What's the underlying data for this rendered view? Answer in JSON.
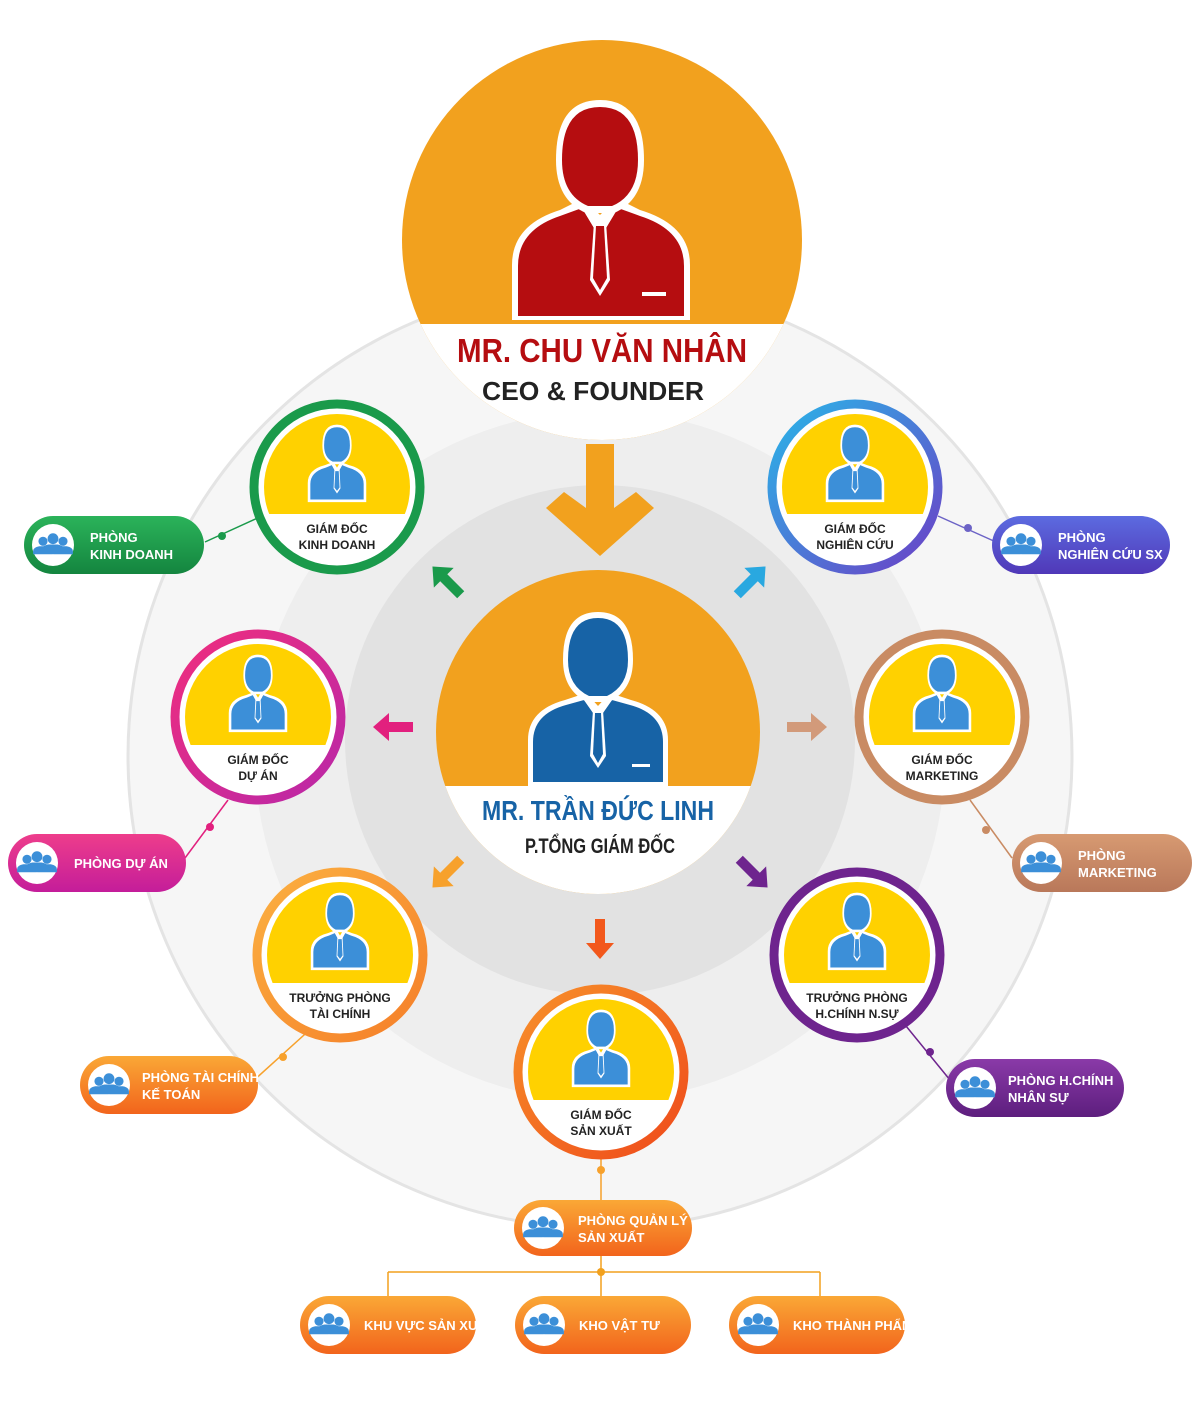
{
  "colors": {
    "orange": "#F2A11E",
    "ceo_red": "#B50D10",
    "gd_blue": "#1763A6",
    "icon_blue": "#3C8FD8",
    "yellow": "#FFD100",
    "green": "#1A9A4B",
    "cyan_purple": "#6C3FC6",
    "magenta": "#E2207E",
    "tan": "#C98B63",
    "orange_light": "#F58A24",
    "red_orange": "#F2581C",
    "purple": "#6E248E",
    "ring": "#E6E6E6"
  },
  "ceo": {
    "name": "MR. CHU VĂN NHÂN",
    "title": "CEO & FOUNDER"
  },
  "general_director": {
    "name": "MR. TRẦN ĐỨC LINH",
    "title": "P.TỔNG GIÁM ĐỐC"
  },
  "directors": [
    {
      "id": "kinh-doanh",
      "line1": "GIÁM ĐỐC",
      "line2": "KINH DOANH",
      "dept_line1": "PHÒNG",
      "dept_line2": "KINH DOANH"
    },
    {
      "id": "nghien-cuu",
      "line1": "GIÁM ĐỐC",
      "line2": "NGHIÊN CỨU",
      "dept_line1": "PHÒNG",
      "dept_line2": "NGHIÊN CỨU SX"
    },
    {
      "id": "du-an",
      "line1": "GIÁM ĐỐC",
      "line2": "DỰ ÁN",
      "dept_line1": "PHÒNG DỰ ÁN",
      "dept_line2": ""
    },
    {
      "id": "marketing",
      "line1": "GIÁM ĐỐC",
      "line2": "MARKETING",
      "dept_line1": "PHÒNG",
      "dept_line2": "MARKETING"
    },
    {
      "id": "tai-chinh",
      "line1": "TRƯỞNG PHÒNG",
      "line2": "TÀI CHÍNH",
      "dept_line1": "PHÒNG TÀI CHÍNH",
      "dept_line2": "KẾ TOÁN"
    },
    {
      "id": "hanh-chinh",
      "line1": "TRƯỞNG PHÒNG",
      "line2": "H.CHÍNH N.SỰ",
      "dept_line1": "PHÒNG H.CHÍNH",
      "dept_line2": "NHÂN SỰ"
    },
    {
      "id": "san-xuat",
      "line1": "GIÁM ĐỐC",
      "line2": "SẢN XUẤT",
      "dept_line1": "PHÒNG QUẢN LÝ",
      "dept_line2": "SẢN XUẤT"
    }
  ],
  "production_units": [
    {
      "label": "KHU VỰC SẢN XUẤT"
    },
    {
      "label": "KHO VẬT TƯ"
    },
    {
      "label": "KHO THÀNH PHẨM"
    }
  ]
}
